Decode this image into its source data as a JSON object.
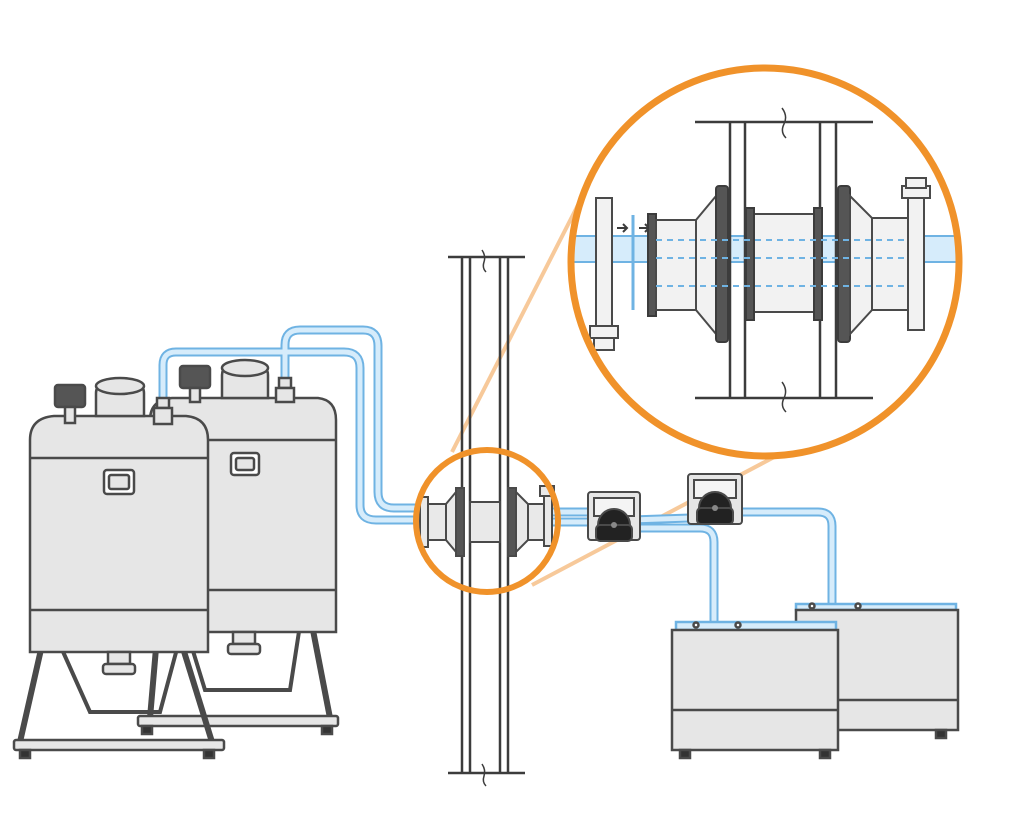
{
  "diagram": {
    "colors": {
      "background": "#ffffff",
      "tank_fill": "#e6e6e6",
      "tank_stroke": "#4a4a4a",
      "tube": "#a9d3f0",
      "tube_outline": "#6fb3e3",
      "wall": "#3c3c3c",
      "callout": "#f0922a",
      "callout_fan": "#f7c99a",
      "pump_dark": "#222222"
    },
    "components": {
      "tanks": [
        "tank-front",
        "tank-back"
      ],
      "pumps": [
        "pump-left",
        "pump-right"
      ],
      "receivers": [
        "receiver-front",
        "receiver-back"
      ],
      "wall": "bulkhead-wall",
      "callouts": [
        "callout-small",
        "callout-large"
      ]
    }
  }
}
